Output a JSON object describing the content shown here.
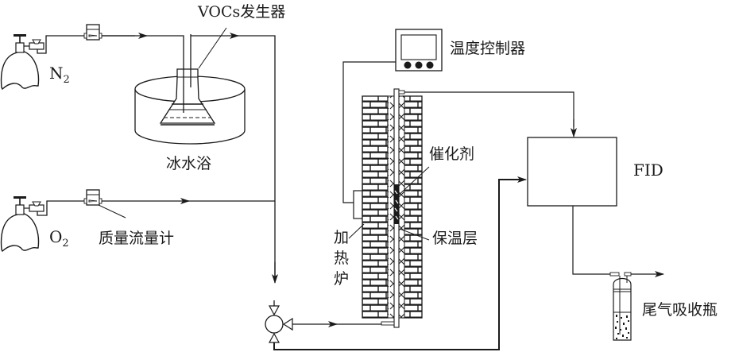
{
  "diagram": {
    "type": "process-flow",
    "title": "",
    "components": {
      "n2_cylinder": {
        "label": "N",
        "subscript": "2",
        "icon": "gas-cylinder-icon"
      },
      "o2_cylinder": {
        "label": "O",
        "subscript": "2",
        "icon": "gas-cylinder-icon"
      },
      "flowmeter": {
        "label": "质量流量计",
        "icon": "mass-flowmeter-icon"
      },
      "voc_generator": {
        "label": "VOCs发生器",
        "icon": "conical-flask-icon"
      },
      "ice_bath": {
        "label": "冰水浴",
        "icon": "water-bath-icon"
      },
      "temp_controller": {
        "label": "温度控制器",
        "icon": "controller-icon"
      },
      "catalyst": {
        "label": "催化剂"
      },
      "insulation": {
        "label": "保温层"
      },
      "furnace": {
        "label_chars": [
          "加",
          "热",
          "炉"
        ],
        "icon": "brick-furnace-icon"
      },
      "fid": {
        "label": "FID",
        "icon": "detector-box-icon"
      },
      "absorber": {
        "label": "尾气吸收瓶",
        "icon": "absorption-bottle-icon"
      },
      "valve": {
        "icon": "three-way-valve-icon"
      }
    },
    "flows": [
      {
        "from": "N2 cylinder",
        "to": "VOCs发生器",
        "via": "质量流量计"
      },
      {
        "from": "VOCs发生器",
        "to": "three-way valve"
      },
      {
        "from": "O2 cylinder",
        "to": "three-way valve",
        "via": "质量流量计"
      },
      {
        "from": "three-way valve",
        "to": "加热炉 reactor (bottom inlet)"
      },
      {
        "from": "reactor top outlet",
        "to": "FID"
      },
      {
        "from": "three-way valve (bypass)",
        "to": "FID"
      },
      {
        "from": "FID",
        "to": "尾气吸收瓶"
      },
      {
        "from": "温度控制器",
        "to": "加热炉"
      }
    ]
  }
}
